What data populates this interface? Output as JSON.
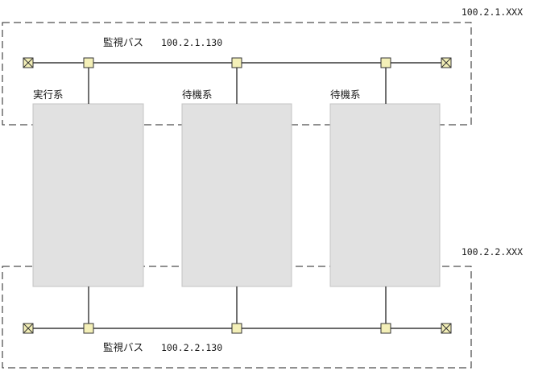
{
  "diagram": {
    "networks": {
      "upper": {
        "address_range": "100.2.1.XXX",
        "bus_label": "監視バス",
        "bus_address": "100.2.1.130"
      },
      "lower": {
        "address_range": "100.2.2.XXX",
        "bus_label": "監視バス",
        "bus_address": "100.2.2.130"
      }
    },
    "nodes": [
      {
        "label": "実行系"
      },
      {
        "label": "待機系"
      },
      {
        "label": "待機系"
      }
    ],
    "colors": {
      "node_fill": "#e1e1e1",
      "tap_fill": "#f4f0b8",
      "line": "#111111"
    },
    "icons": {
      "terminator": "terminator-icon",
      "connection_point": "connection-point-icon"
    }
  }
}
